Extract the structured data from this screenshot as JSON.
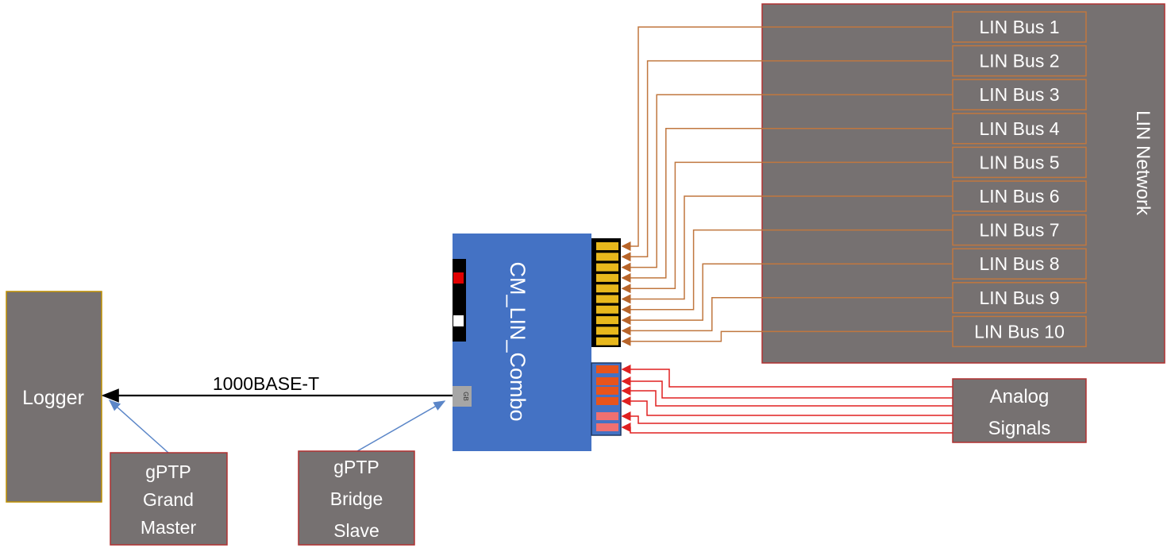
{
  "logger": {
    "label": "Logger"
  },
  "link": {
    "label": "1000BASE-T"
  },
  "grand_master": {
    "lines": [
      "gPTP",
      "Grand",
      "Master"
    ]
  },
  "bridge_slave": {
    "lines": [
      "gPTP",
      "Bridge",
      "Slave"
    ]
  },
  "device": {
    "label": "CM_LIN_Combo",
    "port_label": "GB"
  },
  "lin_network": {
    "label": "LIN Network",
    "buses": [
      "LIN Bus 1",
      "LIN Bus 2",
      "LIN Bus 3",
      "LIN Bus 4",
      "LIN Bus 5",
      "LIN Bus 6",
      "LIN Bus 7",
      "LIN Bus 8",
      "LIN Bus 9",
      "LIN Bus 10"
    ]
  },
  "analog": {
    "lines": [
      "Analog",
      "Signals"
    ]
  },
  "colors": {
    "box_gray": "#767171",
    "device_blue": "#4472c4",
    "lin_wire": "#c0773f",
    "analog_wire": "#e02020",
    "box_border_red": "#b03030",
    "logger_border": "#bf9000",
    "ptp_arrow": "#5b86c8"
  }
}
